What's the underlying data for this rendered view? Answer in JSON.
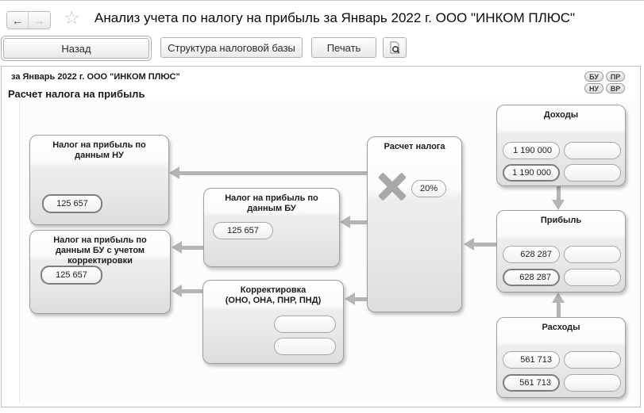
{
  "window": {
    "title": "Анализ учета по налогу на прибыль за Январь 2022 г. ООО \"ИНКОМ ПЛЮС\"",
    "back_icon": "←",
    "forward_icon": "→",
    "favorite_icon": "☆"
  },
  "toolbar": {
    "back_label": "Назад",
    "structure_label": "Структура налоговой базы",
    "print_label": "Печать"
  },
  "report": {
    "period": "за Январь 2022 г. ООО \"ИНКОМ ПЛЮС\"",
    "title": "Расчет налога на прибыль",
    "legend": [
      {
        "label": "БУ"
      },
      {
        "label": "ПР"
      },
      {
        "label": "НУ"
      },
      {
        "label": "ВР"
      }
    ]
  },
  "diagram": {
    "blocks": {
      "income": {
        "title": "Доходы",
        "row1_left": "1 190 000",
        "row1_right": "",
        "row2_left": "1 190 000",
        "row2_right": ""
      },
      "profit": {
        "title": "Прибыль",
        "row1_left": "628 287",
        "row1_right": "",
        "row2_left": "628 287",
        "row2_right": ""
      },
      "expenses": {
        "title": "Расходы",
        "row1_left": "561 713",
        "row1_right": "",
        "row2_left": "561 713",
        "row2_right": ""
      },
      "tax_calc": {
        "title": "Расчет налога",
        "rate": "20%"
      },
      "tax_nu": {
        "title": "Налог на прибыль по данным НУ",
        "value": "125 657"
      },
      "tax_bu": {
        "title": "Налог на прибыль по данным БУ",
        "value": "125 657"
      },
      "tax_bu_adjusted": {
        "title": "Налог на прибыль по данным БУ с учетом корректировки",
        "value": "125 657"
      },
      "correction": {
        "title_line1": "Корректировка",
        "title_line2": "(ОНО, ОНА, ПНР, ПНД)",
        "value1": "",
        "value2": ""
      }
    }
  },
  "colors": {
    "arrow": "#b4b4b4",
    "block_border": "#9e9e9e",
    "pill_bold_border": "#7d7d7d"
  }
}
